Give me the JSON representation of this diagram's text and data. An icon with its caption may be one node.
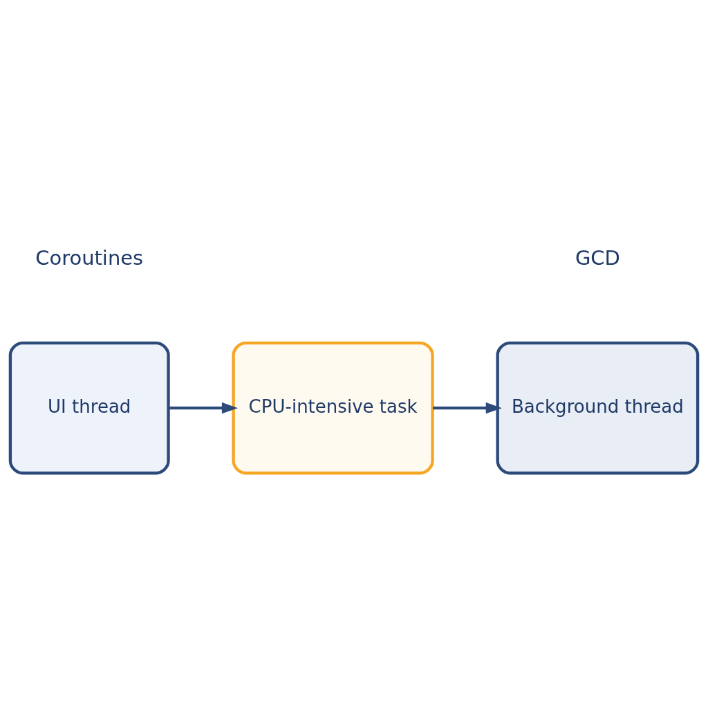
{
  "diagram": {
    "nodes": [
      {
        "text": [
          "UI thread"
        ]
      },
      {
        "text": [
          "CPU-intensive task"
        ]
      },
      {
        "text": [
          "Background thread"
        ]
      }
    ],
    "edges": [
      {
        "from": 0,
        "to": 1,
        "arrow": "to"
      },
      {
        "from": 1,
        "to": 2,
        "arrow": "to"
      }
    ],
    "labels": [
      "Coroutines",
      "GCD"
    ]
  }
}
